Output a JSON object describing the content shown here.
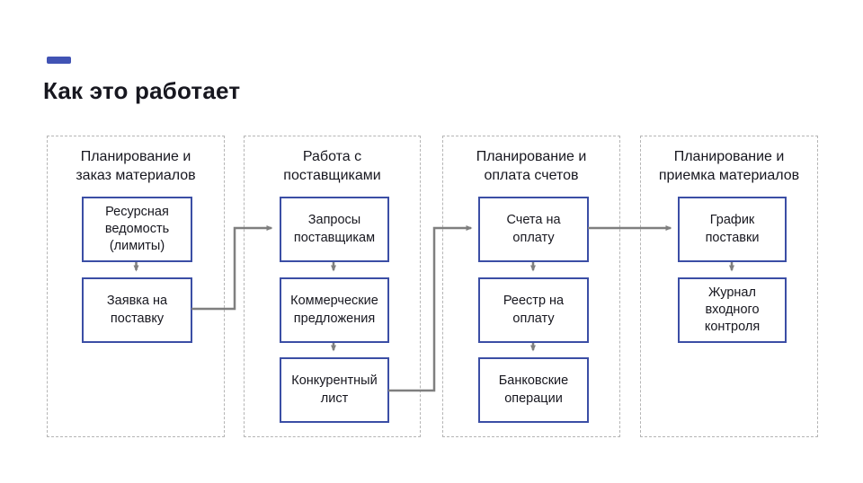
{
  "page": {
    "title": "Как это работает"
  },
  "colors": {
    "accent_dash_blue": "#4153b4",
    "box_border_blue": "#3b4ea5",
    "arrow_gray": "#7f7f7f",
    "stage_dashed_border": "#b5b5b5",
    "text": "#17171f",
    "background": "#ffffff"
  },
  "columns": [
    {
      "title": "Планирование и\nзаказ материалов",
      "boxes": [
        {
          "label": "Ресурсная\nведомость\n(лимиты)"
        },
        {
          "label": "Заявка на\nпоставку"
        }
      ]
    },
    {
      "title": "Работа с\nпоставщиками",
      "boxes": [
        {
          "label": "Запросы\nпоставщикам"
        },
        {
          "label": "Коммерческие\nпредложения"
        },
        {
          "label": "Конкурентный\nлист"
        }
      ]
    },
    {
      "title": "Планирование и\nоплата счетов",
      "boxes": [
        {
          "label": "Счета на\nоплату"
        },
        {
          "label": "Реестр на\nоплату"
        },
        {
          "label": "Банковские\nоперации"
        }
      ]
    },
    {
      "title": "Планирование и\nприемка материалов",
      "boxes": [
        {
          "label": "График\nпоставки"
        },
        {
          "label": "Журнал\nвходного\nконтроля"
        }
      ]
    }
  ]
}
